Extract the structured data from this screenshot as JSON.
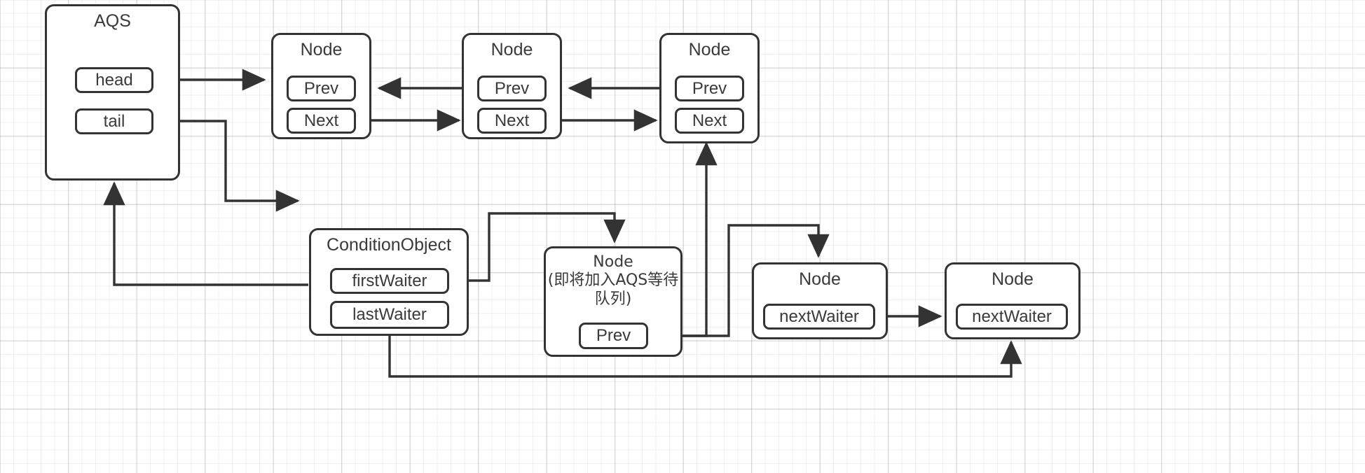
{
  "diagram": {
    "title": "AQS and ConditionObject node queue diagram",
    "stroke_color": "#333333",
    "text_color": "#3a3a3a",
    "background": "#ffffff",
    "grid_color": "#eeeeee"
  },
  "boxes": {
    "aqs": {
      "title": "AQS",
      "fields": [
        {
          "label": "head"
        },
        {
          "label": "tail"
        }
      ]
    },
    "node1": {
      "title": "Node",
      "fields": [
        {
          "label": "Prev"
        },
        {
          "label": "Next"
        }
      ]
    },
    "node2": {
      "title": "Node",
      "fields": [
        {
          "label": "Prev"
        },
        {
          "label": "Next"
        }
      ]
    },
    "node3": {
      "title": "Node",
      "fields": [
        {
          "label": "Prev"
        },
        {
          "label": "Next"
        }
      ]
    },
    "condition_object": {
      "title": "ConditionObject",
      "fields": [
        {
          "label": "firstWaiter"
        },
        {
          "label": "lastWaiter"
        }
      ]
    },
    "pending_node": {
      "title": "Node\n(即将加入AQS等待队列)",
      "fields": [
        {
          "label": "Prev"
        }
      ]
    },
    "waiter_node1": {
      "title": "Node",
      "fields": [
        {
          "label": "nextWaiter"
        }
      ]
    },
    "waiter_node2": {
      "title": "Node",
      "fields": [
        {
          "label": "nextWaiter"
        }
      ]
    }
  },
  "edges": [
    {
      "name": "head-to-node1",
      "from": "aqs.head",
      "to": "node1"
    },
    {
      "name": "tail-to-right",
      "from": "aqs.tail",
      "to": "right-stub"
    },
    {
      "name": "node2-prev-to-node1",
      "from": "node2.Prev",
      "to": "node1"
    },
    {
      "name": "node3-prev-to-node2",
      "from": "node3.Prev",
      "to": "node2"
    },
    {
      "name": "node1-next-to-node2",
      "from": "node1.Next",
      "to": "node2"
    },
    {
      "name": "node2-next-to-node3",
      "from": "node2.Next",
      "to": "node3"
    },
    {
      "name": "firstwaiter-to-pending-node",
      "from": "condition_object.firstWaiter",
      "to": "pending_node"
    },
    {
      "name": "pending-prev-to-node3",
      "from": "pending_node.Prev",
      "to": "node3"
    },
    {
      "name": "pending-prev-to-waiter-node1",
      "from": "pending_node.Prev",
      "to": "waiter_node1"
    },
    {
      "name": "waiter1-to-waiter2",
      "from": "waiter_node1.nextWaiter",
      "to": "waiter_node2"
    },
    {
      "name": "lastwaiter-to-waiter2",
      "from": "condition_object.lastWaiter",
      "to": "waiter_node2"
    },
    {
      "name": "condition-to-aqs",
      "from": "condition_object",
      "to": "aqs"
    }
  ]
}
